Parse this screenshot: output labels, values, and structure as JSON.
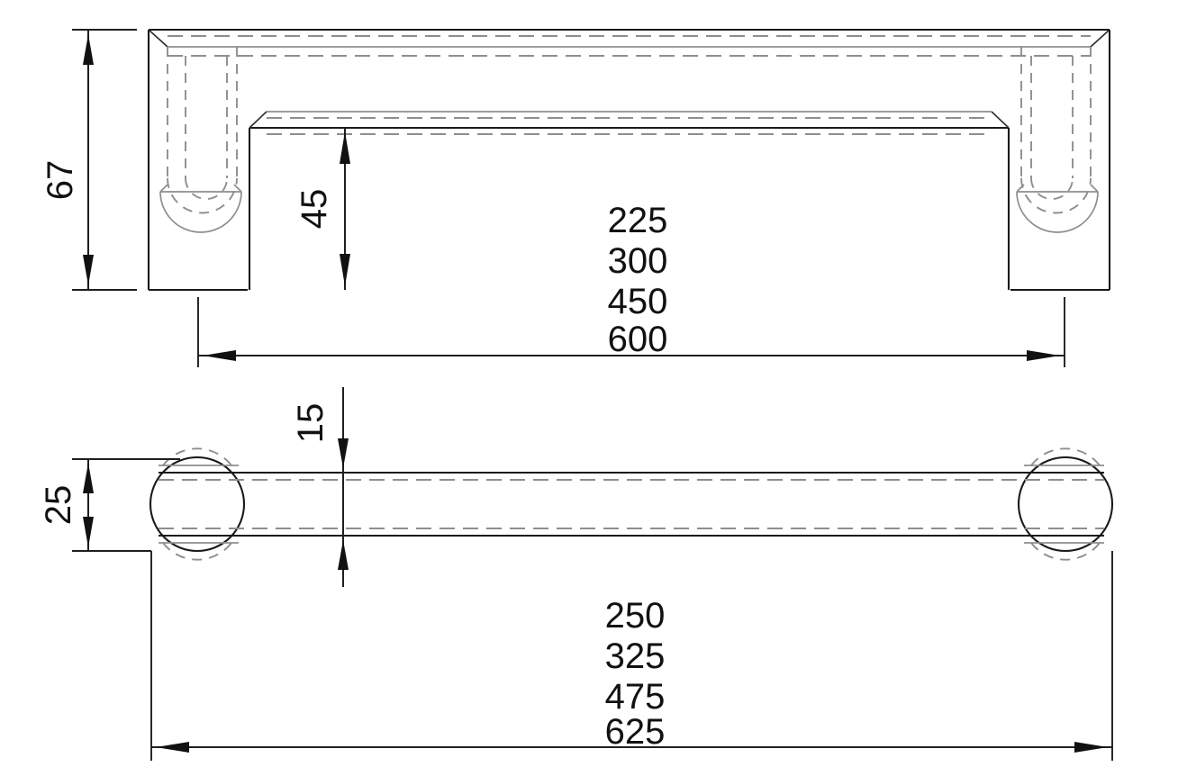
{
  "drawing": {
    "title": "Towel rail / grab bar technical drawing",
    "units": "mm",
    "line_color": "#1a1a1a",
    "hidden_line_color": "#8e8e8e",
    "background": "#ffffff"
  },
  "front_view": {
    "name": "front-elevation",
    "dimensions": {
      "overall_height": "67",
      "clear_height": "45",
      "length_options_label": "",
      "length_options": [
        "225",
        "300",
        "450",
        "600"
      ]
    }
  },
  "side_view": {
    "name": "plan-view",
    "dimensions": {
      "bar_diameter": "25",
      "bar_offset": "15",
      "length_options": [
        "250",
        "325",
        "475",
        "625"
      ]
    }
  },
  "labels": {
    "h67": "67",
    "h45": "45",
    "d25": "25",
    "d15": "15",
    "len_a_1": "225",
    "len_a_2": "300",
    "len_a_3": "450",
    "len_a_4": "600",
    "len_b_1": "250",
    "len_b_2": "325",
    "len_b_3": "475",
    "len_b_4": "625"
  }
}
